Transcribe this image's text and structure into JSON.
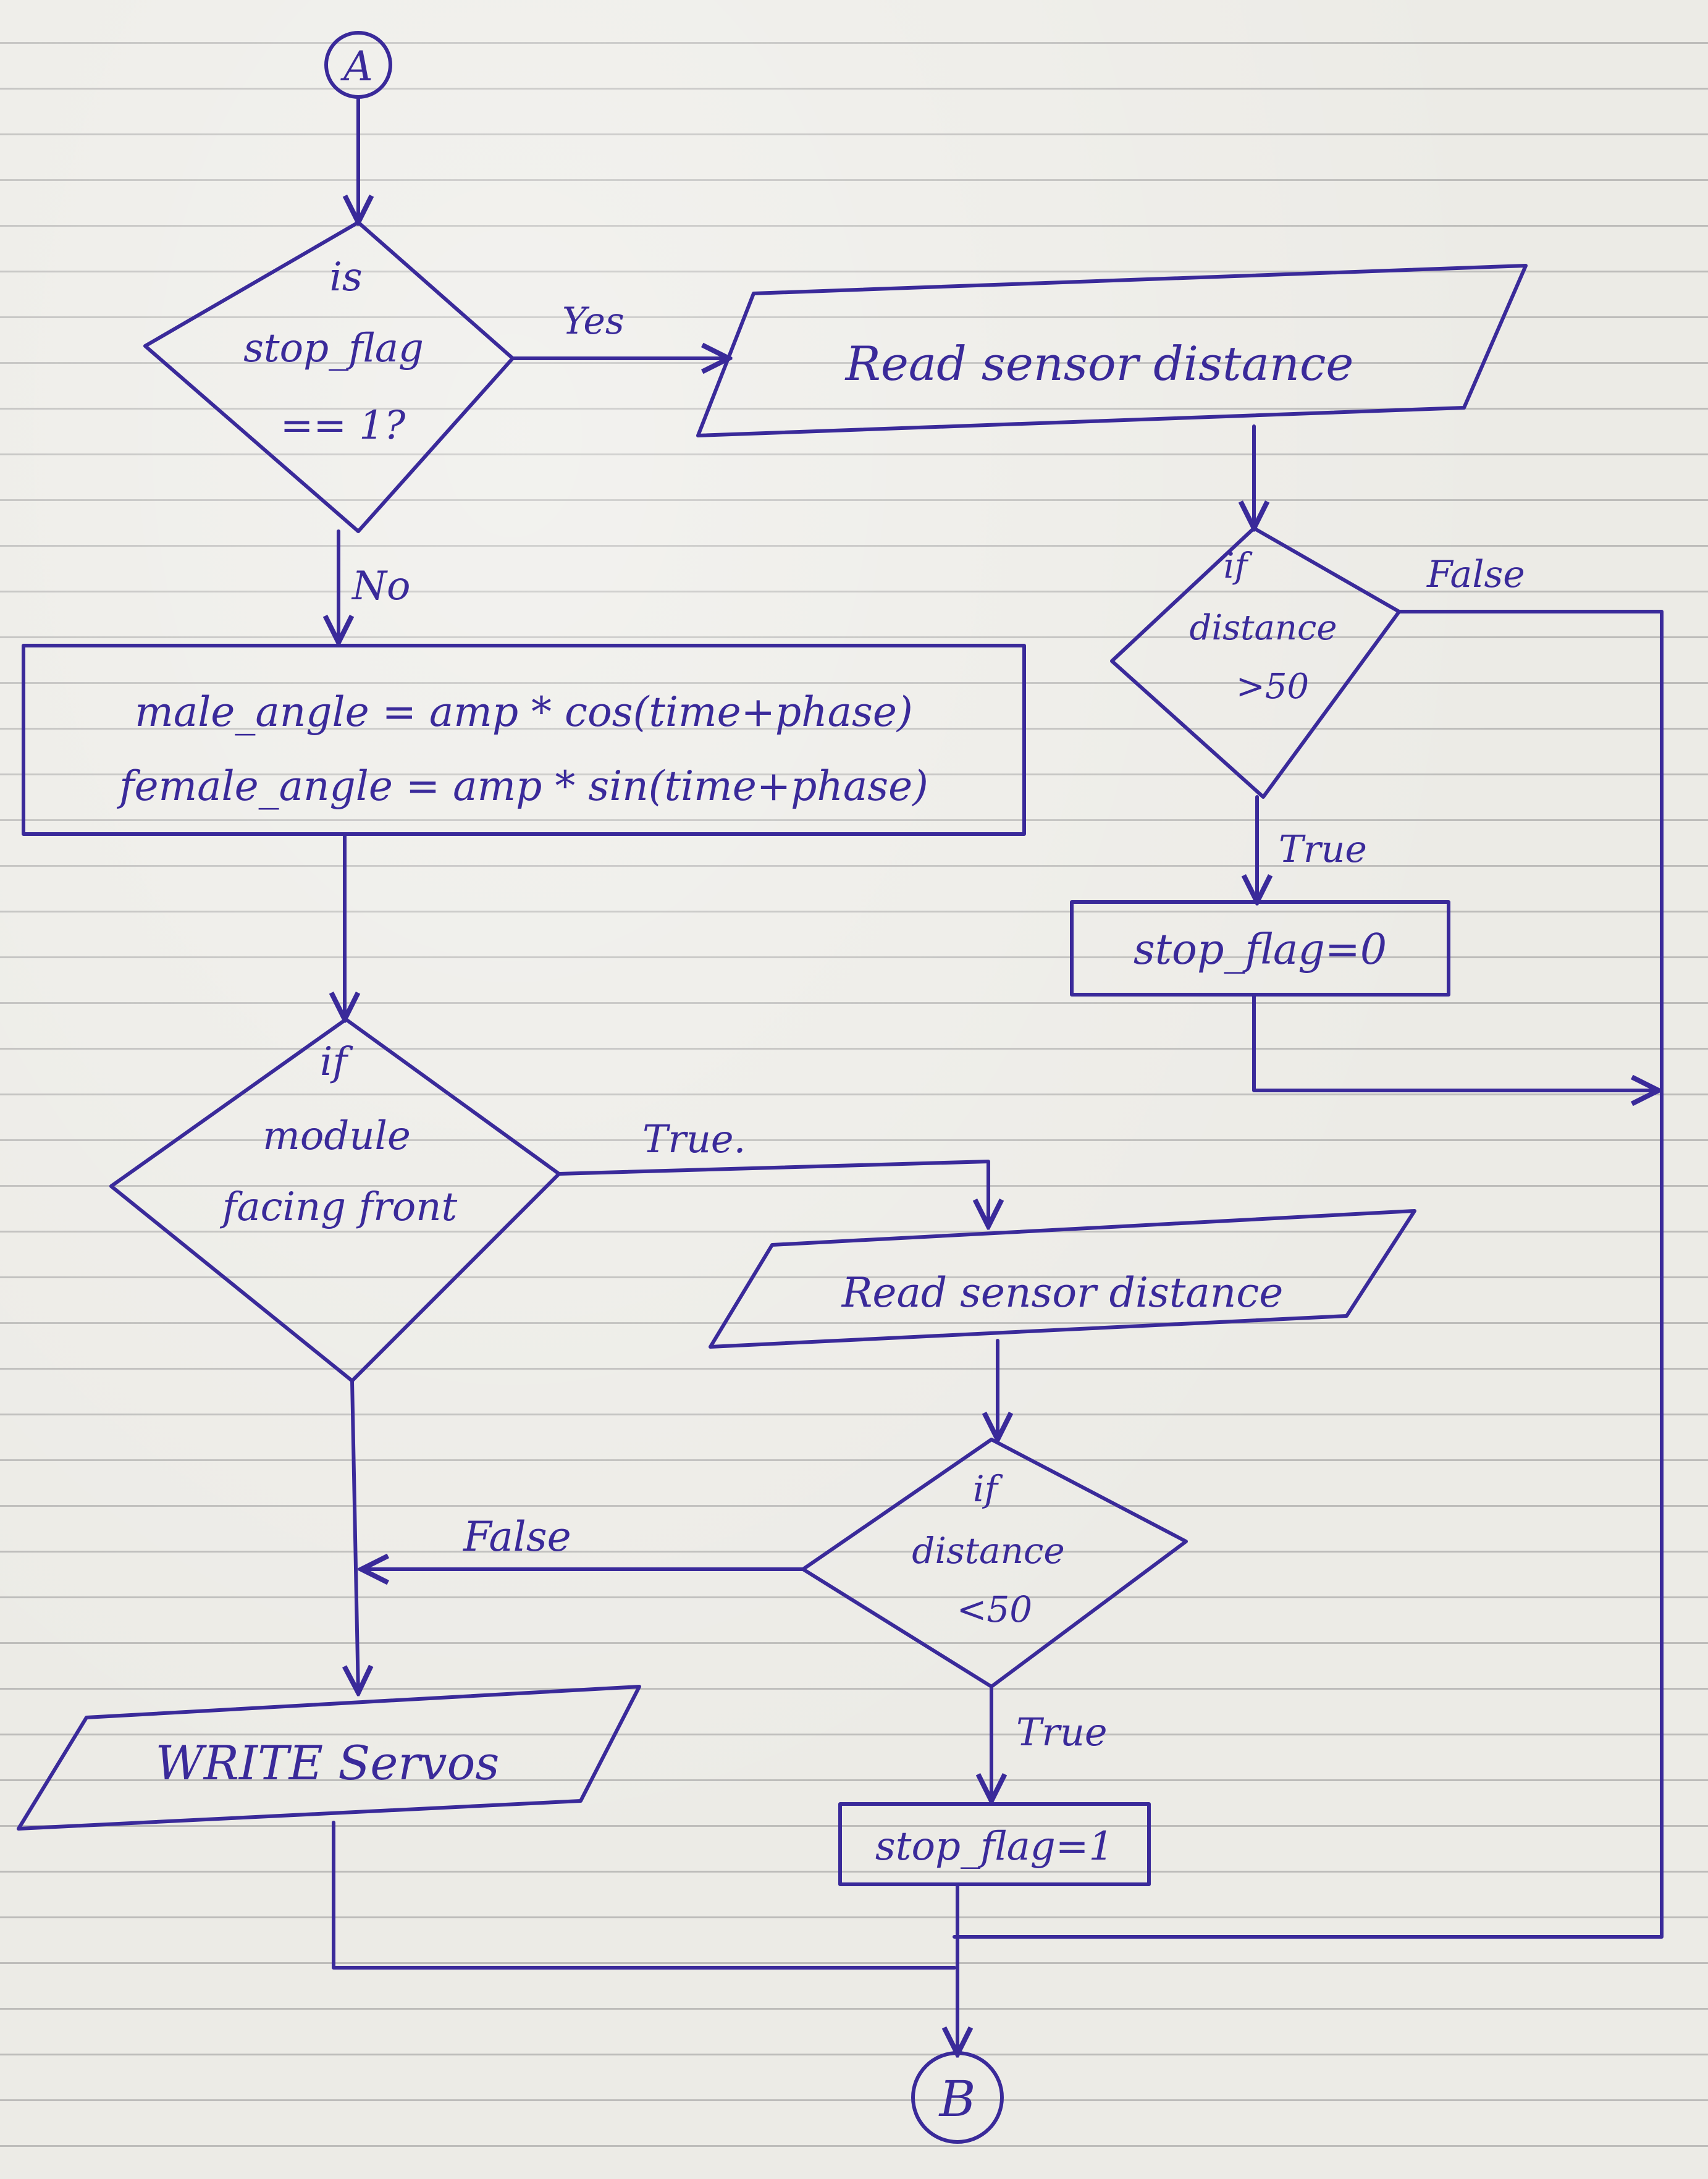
{
  "ink_color": "#3a2a9a",
  "paper_color": "#ecebe6",
  "connectors": {
    "start": "A",
    "end": "B"
  },
  "nodes": {
    "decision_stop_flag": [
      "is",
      "stop_flag",
      "== 1?"
    ],
    "read_sensor_top": "Read sensor distance",
    "decision_distance_gt": [
      "if",
      "distance",
      ">50"
    ],
    "assign_stop_flag_0": "stop_flag=0",
    "process_angles": [
      "male_angle = amp * cos(time+phase)",
      "female_angle = amp * sin(time+phase)"
    ],
    "decision_facing_front": [
      "if",
      "module",
      "facing front"
    ],
    "read_sensor_mid": "Read sensor distance",
    "decision_distance_lt": [
      "if",
      "distance",
      "<50"
    ],
    "write_servos": "WRITE Servos",
    "assign_stop_flag_1": "stop_flag=1"
  },
  "edge_labels": {
    "yes": "Yes",
    "no": "No",
    "false_gt": "False",
    "true_gt": "True",
    "true_facing": "True.",
    "false_lt": "False",
    "true_lt": "True"
  }
}
